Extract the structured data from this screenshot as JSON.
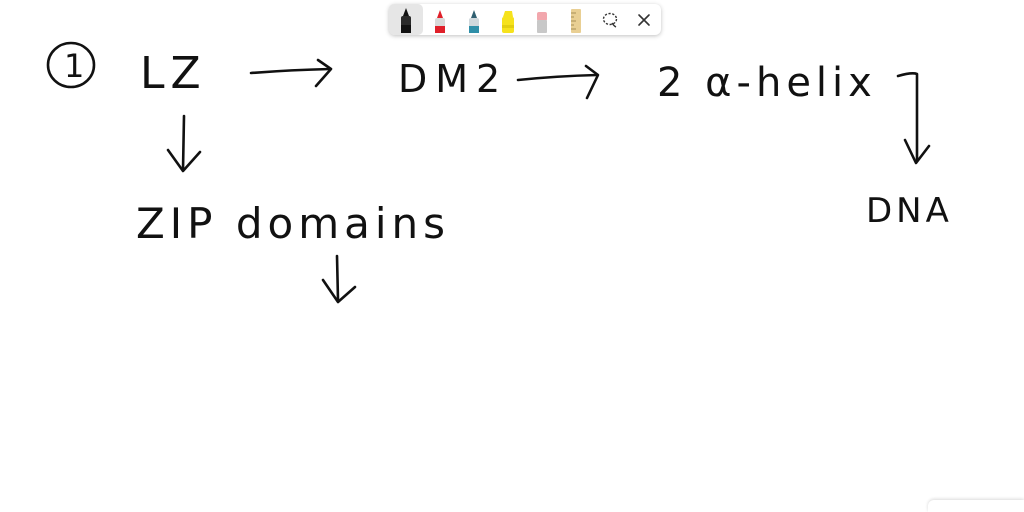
{
  "toolbar": {
    "tools": [
      {
        "name": "pen-black",
        "color": "#111111",
        "active": true
      },
      {
        "name": "pen-red",
        "color": "#e0202a"
      },
      {
        "name": "pen-teal",
        "color": "#2f8fa8"
      },
      {
        "name": "highlighter-yellow",
        "color": "#f6e21c"
      },
      {
        "name": "eraser",
        "color": "#f2a7ad"
      },
      {
        "name": "ruler",
        "color": "#e9cf93"
      },
      {
        "name": "lasso-icon"
      },
      {
        "name": "close-icon"
      }
    ]
  },
  "notes": {
    "step_number": "1",
    "lz": "LZ",
    "dm2": "DM2",
    "alpha_helix": "2 α-helix",
    "zip_domains": "ZIP domains",
    "dna": "DNA"
  }
}
